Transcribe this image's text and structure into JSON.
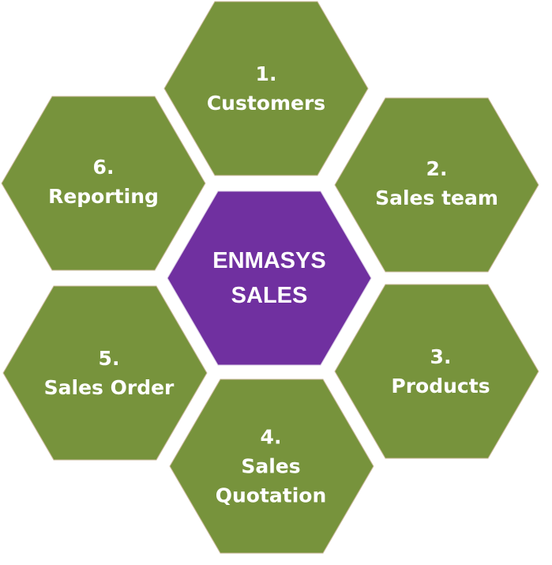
{
  "colors": {
    "hex_fill": "#77933c",
    "center_fill": "#7030a0",
    "text": "#ffffff"
  },
  "center": {
    "line1": "ENMASYS",
    "line2": "SALES"
  },
  "steps": [
    {
      "number": "1.",
      "lines": [
        "Customers"
      ]
    },
    {
      "number": "2.",
      "lines": [
        "Sales team"
      ]
    },
    {
      "number": "3.",
      "lines": [
        "Products"
      ]
    },
    {
      "number": "4.",
      "lines": [
        "Sales",
        "Quotation"
      ]
    },
    {
      "number": "5.",
      "lines": [
        "Sales Order"
      ]
    },
    {
      "number": "6.",
      "lines": [
        "Reporting"
      ]
    }
  ]
}
